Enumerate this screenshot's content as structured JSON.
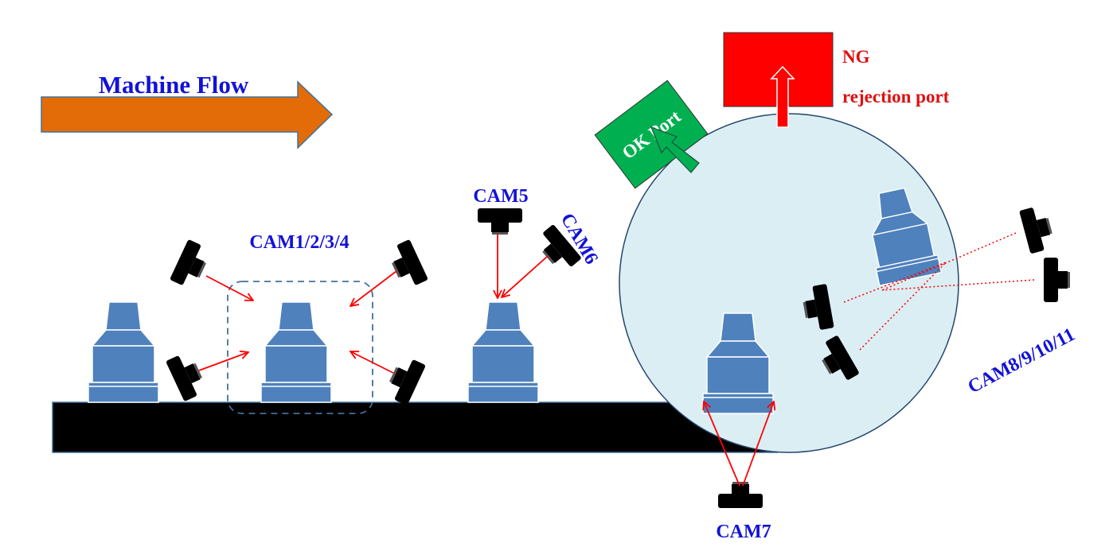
{
  "flow_label": "Machine Flow",
  "cameras": {
    "cam1234": "CAM1/2/3/4",
    "cam5": "CAM5",
    "cam6": "CAM6",
    "cam7": "CAM7",
    "cam8_11": "CAM8/9/10/11"
  },
  "ports": {
    "ok": "OK Port",
    "ng_line1": "NG",
    "ng_line2": "rejection port"
  },
  "colors": {
    "flow_arrow": "#e36c09",
    "bottle": "#4f81bd",
    "disc": "#dbeef4",
    "ok_port": "#00b050",
    "ng_port": "#ff0000",
    "ray": "#ff0000",
    "label_blue": "#1212d8",
    "label_red": "#e01010"
  }
}
